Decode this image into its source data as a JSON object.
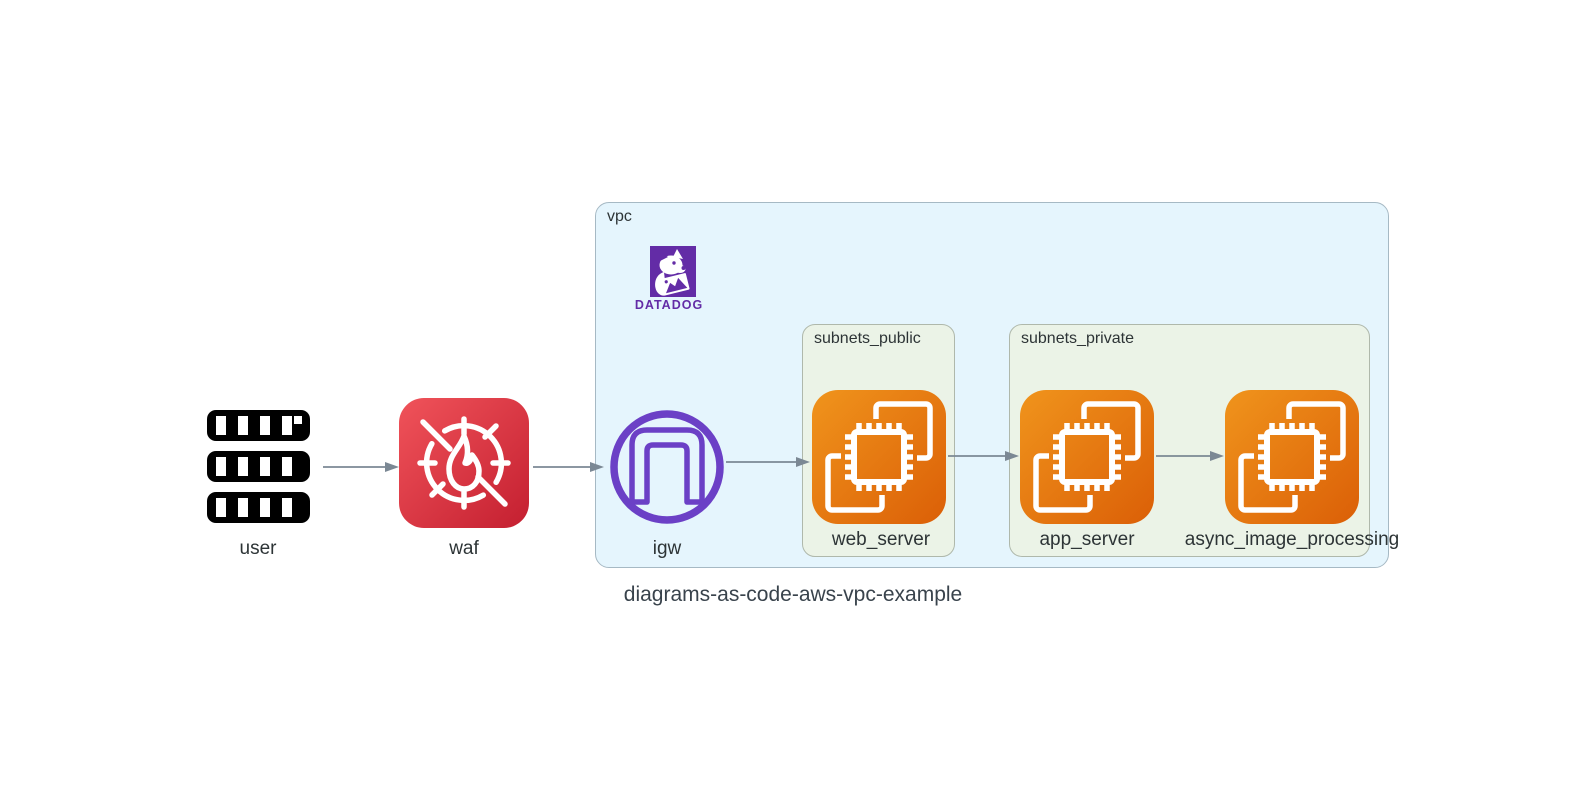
{
  "caption": "diagrams-as-code-aws-vpc-example",
  "clusters": {
    "vpc": {
      "label": "vpc",
      "fill": "#E5F5FD"
    },
    "subnets_public": {
      "label": "subnets_public",
      "fill": "#EBF3E7"
    },
    "subnets_private": {
      "label": "subnets_private",
      "fill": "#EBF3E7"
    }
  },
  "nodes": {
    "user": {
      "label": "user",
      "icon": "client-servers-icon",
      "color": "#000000"
    },
    "waf": {
      "label": "waf",
      "icon": "waf-firewall-icon",
      "gradient": [
        "#F0535A",
        "#C41F30"
      ]
    },
    "igw": {
      "label": "igw",
      "icon": "internet-gateway-icon",
      "color": "#6B40C6"
    },
    "web_server": {
      "label": "web_server",
      "icon": "ec2-icon",
      "gradient": [
        "#F0941C",
        "#DB5F07"
      ]
    },
    "app_server": {
      "label": "app_server",
      "icon": "ec2-icon",
      "gradient": [
        "#F0941C",
        "#DB5F07"
      ]
    },
    "async_image_processing": {
      "label": "async_image_processing",
      "icon": "ec2-icon",
      "gradient": [
        "#F0941C",
        "#DB5F07"
      ]
    }
  },
  "datadog": {
    "wordmark": "DATADOG",
    "color": "#632CA6"
  },
  "edges": {
    "color": "#7B8894",
    "connections": [
      {
        "from": "user",
        "to": "waf"
      },
      {
        "from": "waf",
        "to": "igw"
      },
      {
        "from": "igw",
        "to": "web_server"
      },
      {
        "from": "web_server",
        "to": "app_server"
      },
      {
        "from": "app_server",
        "to": "async_image_processing"
      }
    ]
  },
  "colors": {
    "background": "#FFFFFF",
    "label_text": "#2D3436",
    "cluster_border_vpc": "#A6B9C4",
    "cluster_border_subnet": "#AFB8AB"
  }
}
